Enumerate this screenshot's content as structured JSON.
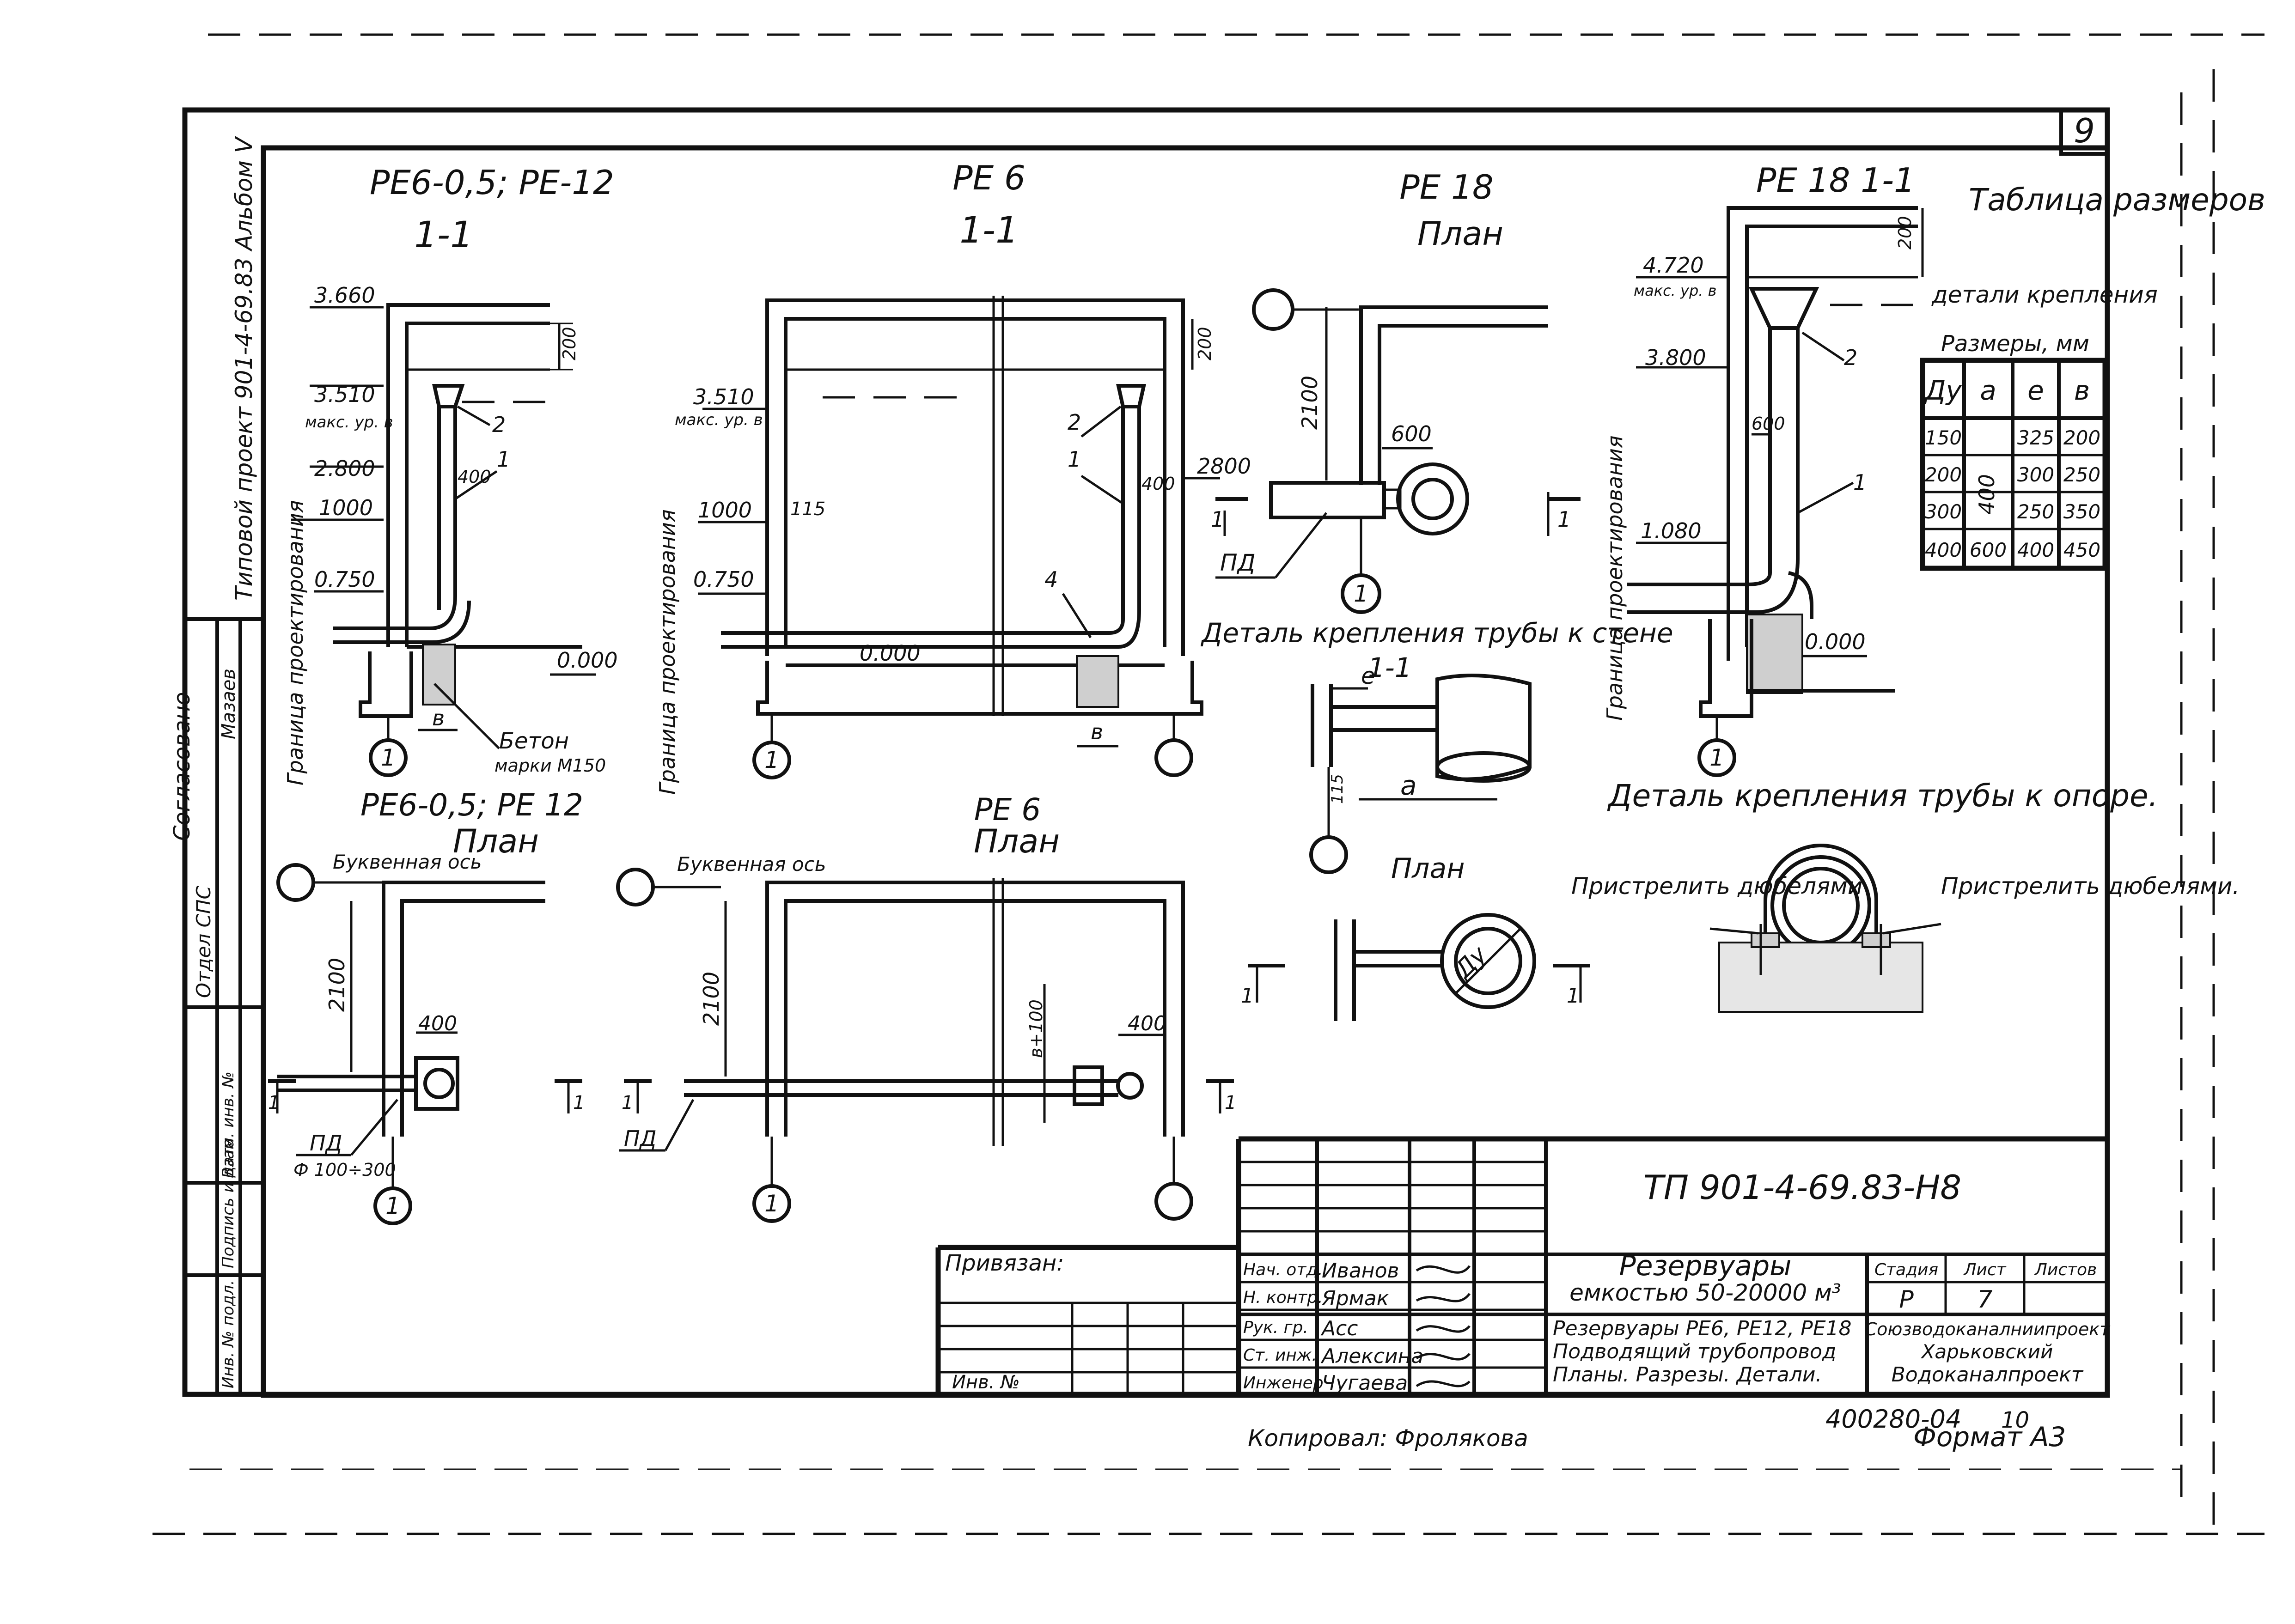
{
  "sheet": {
    "sheet_number": "9",
    "code": "ТП 901-4-69.83-Н8",
    "bottom_code": "400280-04",
    "bottom_sheet": "10",
    "copied_by": "Копировал: Фролякова",
    "format": "Формат А3",
    "left_margin": {
      "type_project": "Типовой проект 901-4-69.83 Альбом V",
      "agreed": "Согласовано",
      "dept_sps": "Отдел СПС",
      "mazaev": "Мазаев",
      "inv_podl": "Инв. № подл.",
      "sign_date": "Подпись и дата",
      "vzam_inv": "Взам. инв. №"
    }
  },
  "views": {
    "v1_title": "РЕ6-0,5; РЕ-12",
    "v1_section": "1-1",
    "v1_marks": [
      "3.660",
      "3.510",
      "макс. ур. в",
      "2.800",
      "0.750",
      "0.000",
      "1000",
      "400",
      "200",
      "в"
    ],
    "v1_callouts": [
      "1",
      "2"
    ],
    "v1_concrete": "Бетон",
    "v1_concrete_grade": "марки М150",
    "v1_boundary": "Граница проектирования",
    "v2_title": "РЕ 6",
    "v2_section": "1-1",
    "v2_marks": [
      "3.510",
      "макс. ур. в",
      "1000",
      "115",
      "0.750",
      "0.000",
      "2800",
      "400",
      "200",
      "в"
    ],
    "v2_callouts": [
      "1",
      "2",
      "4"
    ],
    "v2_boundary": "Граница проектирования",
    "v3_title": "РЕ 18",
    "v3_subtitle": "План",
    "v3_marks": [
      "2100",
      "600",
      "ПД"
    ],
    "v4_title": "РЕ 18  1-1",
    "v4_marks": [
      "4.720",
      "макс. ур. в",
      "3.800",
      "1.080",
      "0.000",
      "600",
      "200"
    ],
    "v4_callouts": [
      "1",
      "2"
    ],
    "v4_boundary": "Граница проектирования",
    "v5_title": "РЕ6-0,5; РЕ 12",
    "v5_subtitle": "План",
    "v5_axis": "Буквенная ось",
    "v5_marks": [
      "2100",
      "400",
      "ПД",
      "Ф 100÷300"
    ],
    "v6_title": "РЕ 6",
    "v6_subtitle": "План",
    "v6_axis": "Буквенная ось",
    "v6_marks": [
      "2100",
      "в+100",
      "400",
      "ПД"
    ],
    "axis_bubble": "1",
    "section_mark": "1",
    "detail_wall_title": "Деталь крепления трубы к стене",
    "detail_wall_section": "1-1",
    "detail_wall_marks": [
      "е",
      "115",
      "а"
    ],
    "detail_wall_plan": "План",
    "detail_wall_du": "Ду",
    "detail_support_title": "Деталь крепления трубы к опоре.",
    "detail_support_left": "Пристрелить дюбелями",
    "detail_support_right": "Пристрелить дюбелями."
  },
  "size_table": {
    "title": "Таблица размеров",
    "subtitle": "детали крепления",
    "units": "Размеры, мм",
    "headers": [
      "Ду",
      "а",
      "е",
      "в"
    ],
    "rows": [
      [
        "150",
        "400",
        "325",
        "200"
      ],
      [
        "200",
        "",
        "300",
        "250"
      ],
      [
        "300",
        "",
        "250",
        "350"
      ],
      [
        "400",
        "600",
        "400",
        "450"
      ]
    ]
  },
  "title_block": {
    "attached": "Привязан:",
    "inv_no": "Инв. №",
    "staff": [
      {
        "role": "Нач. отд.",
        "name": "Иванов"
      },
      {
        "role": "Н. контр.",
        "name": "Ярмак"
      },
      {
        "role": "Рук. гр.",
        "name": "Асс"
      },
      {
        "role": "Ст. инж.",
        "name": "Алексина"
      },
      {
        "role": "Инженер",
        "name": "Чугаева"
      }
    ],
    "product_title": "Резервуары",
    "product_capacity": "емкостью 50-20000 м³",
    "sheet_title_1": "Резервуары РЕ6, РЕ12, РЕ18",
    "sheet_title_2": "Подводящий трубопровод",
    "sheet_title_3": "Планы. Разрезы. Детали.",
    "stage_header": "Стадия",
    "sheet_header": "Лист",
    "sheets_header": "Листов",
    "stage": "Р",
    "sheet": "7",
    "sheets": "",
    "org_1": "Союзводоканалниипроект",
    "org_2": "Харьковский",
    "org_3": "Водоканалпроект"
  }
}
